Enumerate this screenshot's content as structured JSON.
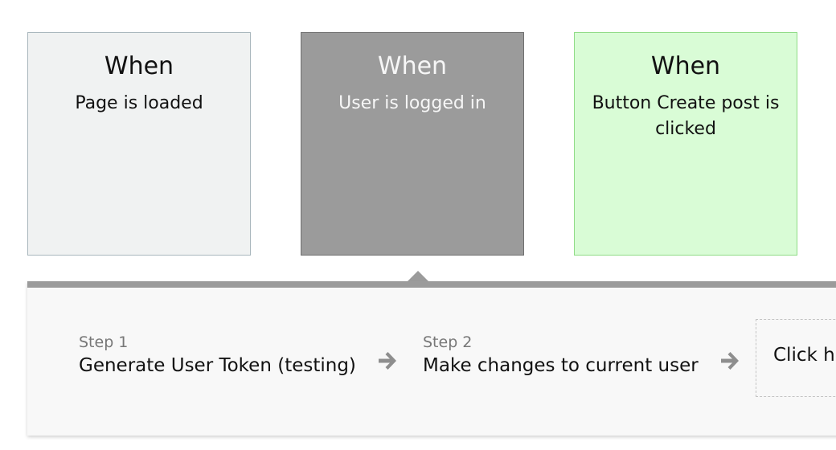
{
  "events": [
    {
      "when": "When",
      "description": "Page is loaded"
    },
    {
      "when": "When",
      "description": "User is logged in"
    },
    {
      "when": "When",
      "description": "Button Create post is clicked"
    }
  ],
  "steps": [
    {
      "number": "Step 1",
      "title": "Generate User Token (testing)"
    },
    {
      "number": "Step 2",
      "title": "Make changes to current user"
    }
  ],
  "add_step": {
    "label": "Click here to add an action..."
  },
  "icons": {
    "step_arrow": "arrow-right-icon"
  },
  "colors": {
    "selected_event": "#9b9b9b",
    "button_event": "#d9fcd6",
    "page_event": "#f0f2f2"
  }
}
